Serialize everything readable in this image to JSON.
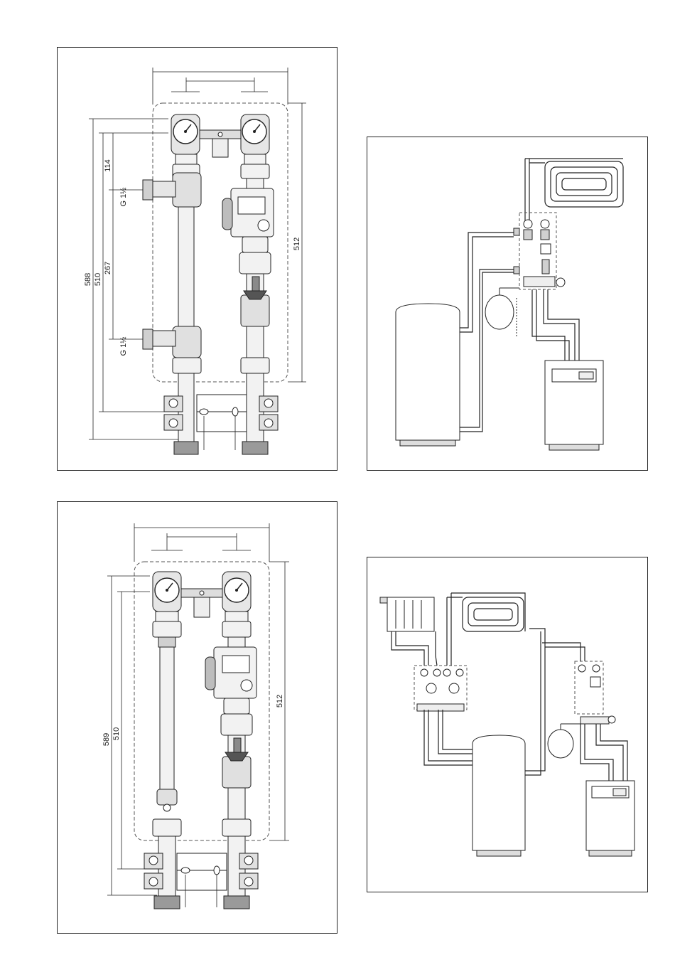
{
  "figure1": {
    "dim_588": "588",
    "dim_510": "510",
    "dim_267": "267",
    "dim_114": "114",
    "dim_512": "512",
    "thread_top": "G 1½",
    "thread_bottom": "G 1½"
  },
  "figure2": {
    "dim_589": "589",
    "dim_510": "510",
    "dim_512": "512"
  },
  "colors": {
    "line": "#222222",
    "dash": "#555555",
    "fill_light": "#f2f2f2",
    "fill_mid": "#d9d9d9",
    "fill_dark": "#8a8a8a"
  }
}
